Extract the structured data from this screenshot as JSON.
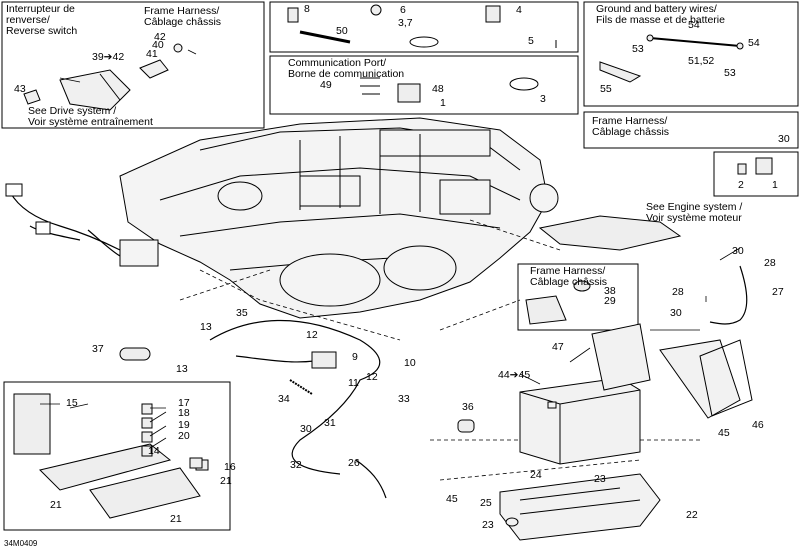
{
  "callouts": {
    "reverse_switch": [
      "Interrupteur de",
      "renverse/",
      "Reverse switch"
    ],
    "frame_harness_top": [
      "Frame Harness/",
      "Câblage châssis"
    ],
    "comm_port": [
      "Communication Port/",
      "Borne de communication"
    ],
    "ground_battery": [
      "Ground and battery wires/",
      "Fils de masse et de batterie"
    ],
    "frame_harness_right": [
      "Frame Harness/",
      "Câblage châssis"
    ],
    "engine_system": [
      "See Engine system /",
      "Voir système moteur"
    ],
    "drive_system": [
      "See Drive system /",
      "Voir système entraînement"
    ],
    "frame_harness_mid": [
      "Frame Harness/",
      "Câblage châssis"
    ]
  },
  "part_numbers": {
    "n1": "1",
    "n2": "2",
    "n3": "3",
    "n3_7": "3,7",
    "n4": "4",
    "n5": "5",
    "n6": "6",
    "n8": "8",
    "n9": "9",
    "n10": "10",
    "n11": "11",
    "n12a": "12",
    "n12b": "12",
    "n13a": "13",
    "n13b": "13",
    "n14": "14",
    "n15": "15",
    "n16": "16",
    "n17": "17",
    "n18": "18",
    "n19": "19",
    "n20": "20",
    "n21a": "21",
    "n21b": "21",
    "n21c": "21",
    "n22": "22",
    "n23a": "23",
    "n23b": "23",
    "n24": "24",
    "n25": "25",
    "n26": "26",
    "n27": "27",
    "n28a": "28",
    "n28b": "28",
    "n29": "29",
    "n30a": "30",
    "n30b": "30",
    "n30c": "30",
    "n30d": "30",
    "n31": "31",
    "n32": "32",
    "n33": "33",
    "n34": "34",
    "n35": "35",
    "n36": "36",
    "n37": "37",
    "n38": "38",
    "n39_42": "39➔42",
    "n40": "40",
    "n41": "41",
    "n42": "42",
    "n43": "43",
    "n44_45": "44➔45",
    "n45a": "45",
    "n45b": "45",
    "n46": "46",
    "n47": "47",
    "n48": "48",
    "n49": "49",
    "n50": "50",
    "n51_52": "51,52",
    "n53a": "53",
    "n53b": "53",
    "n54a": "54",
    "n54b": "54",
    "n55": "55"
  },
  "diagram_code": "34M0409"
}
